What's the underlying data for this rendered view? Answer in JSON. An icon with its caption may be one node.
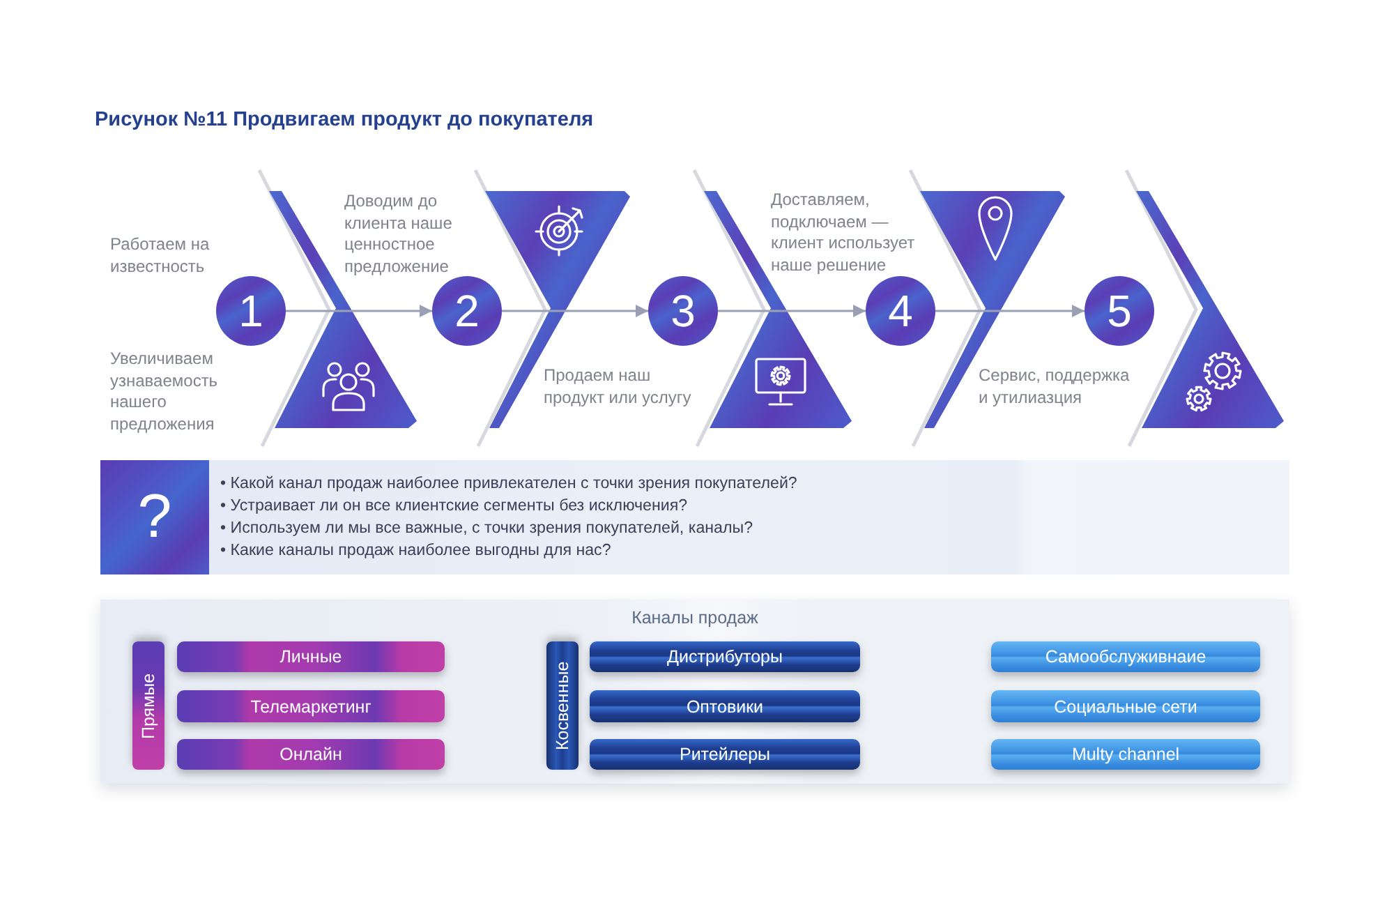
{
  "diagram": {
    "title": "Рисунок №11 Продвигаем продукт до покупателя",
    "nodes": [
      {
        "text": [
          "1"
        ],
        "beside": [
          "Работаем на известность",
          "Увеличиваем узнаваемость нашего предложения"
        ]
      },
      {
        "text": [
          "2"
        ],
        "beside": [
          "Доводим до клиента наше ценностное предложение"
        ]
      },
      {
        "text": [
          "3"
        ],
        "beside": [
          "Продаем наш продукт или услугу"
        ]
      },
      {
        "text": [
          "4"
        ],
        "beside": [
          "Доставляем, подключаем — клиент использует наше решение"
        ]
      },
      {
        "text": [
          "5"
        ],
        "beside": [
          "Сервис, поддержка и утилиазция"
        ]
      },
      {
        "text": [
          "• Какой канал продаж наиболее привлекателен с точки зрения покупателей?",
          "• Устраивает ли он все клиентские сегменты без исключения?",
          "• Используем ли мы все важные, с точки зрения покупателей, каналы?",
          "• Какие каналы продаж наиболее выгодны для нас?"
        ]
      },
      {
        "text": [
          "?"
        ],
        "in": 5
      },
      {
        "text": [
          "Каналы продаж"
        ]
      },
      {
        "text": [
          "Прямые"
        ],
        "in": 7
      },
      {
        "text": [
          "Личные"
        ],
        "in": 7
      },
      {
        "text": [
          "Телемаркетинг"
        ],
        "in": 7
      },
      {
        "text": [
          "Онлайн"
        ],
        "in": 7
      },
      {
        "text": [
          "Косвенные"
        ],
        "in": 7
      },
      {
        "text": [
          "Дистрибуторы"
        ],
        "in": 7
      },
      {
        "text": [
          "Оптовики"
        ],
        "in": 7
      },
      {
        "text": [
          "Ритейлеры"
        ],
        "in": 7
      },
      {
        "text": [
          "Самообслуживнаие"
        ],
        "in": 7
      },
      {
        "text": [
          "Социальные сети"
        ],
        "in": 7
      },
      {
        "text": [
          "Multy channel"
        ],
        "in": 7
      }
    ],
    "edges": [
      {
        "from": 0,
        "to": 1,
        "arrow": "to"
      },
      {
        "from": 1,
        "to": 2,
        "arrow": "to"
      },
      {
        "from": 2,
        "to": 3,
        "arrow": "to"
      },
      {
        "from": 3,
        "to": 4,
        "arrow": "to"
      }
    ]
  }
}
